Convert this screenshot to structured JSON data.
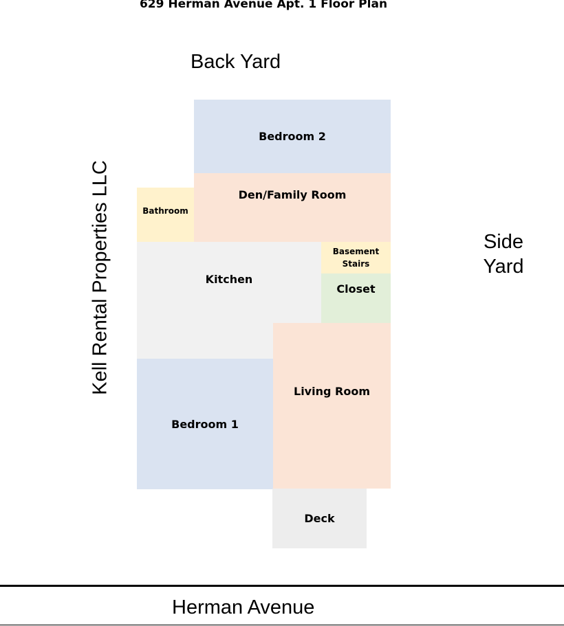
{
  "title": "629 Herman Avenue Apt. 1 Floor Plan",
  "labels": {
    "back_yard": "Back Yard",
    "side_yard_line1": "Side",
    "side_yard_line2": "Yard",
    "owner": "Kell Rental Properties LLC",
    "street": "Herman Avenue"
  },
  "rooms": {
    "bedroom2": "Bedroom 2",
    "den": "Den/Family Room",
    "bathroom": "Bathroom",
    "kitchen": "Kitchen",
    "basement_line1": "Basement",
    "basement_line2": "Stairs",
    "closet": "Closet",
    "bedroom1": "Bedroom 1",
    "living": "Living Room",
    "deck": "Deck"
  },
  "colors": {
    "bedroom": "#dae3f1",
    "living_areas": "#fbe4d6",
    "utility": "#fff2cc",
    "kitchen": "#f1f1f1",
    "closet": "#e2efd9"
  }
}
